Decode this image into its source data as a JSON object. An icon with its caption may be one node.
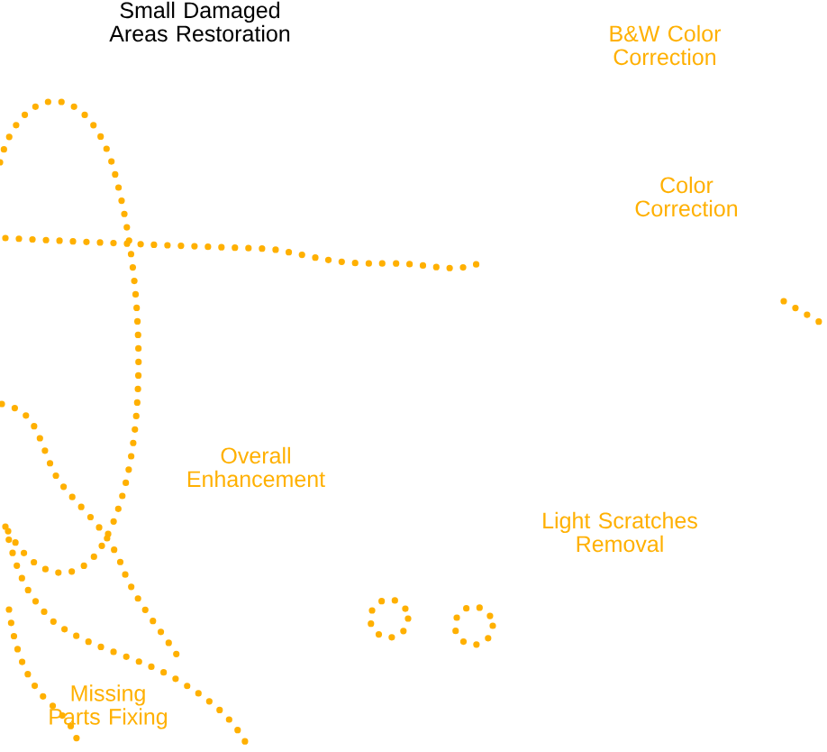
{
  "diagram": {
    "labels": [
      "Small Damaged Areas Restoration",
      "B&W Color Correction",
      "Color Correction",
      "Overall Enhancement",
      "Light Scratches Removal",
      "Missing Parts Fixing"
    ]
  }
}
